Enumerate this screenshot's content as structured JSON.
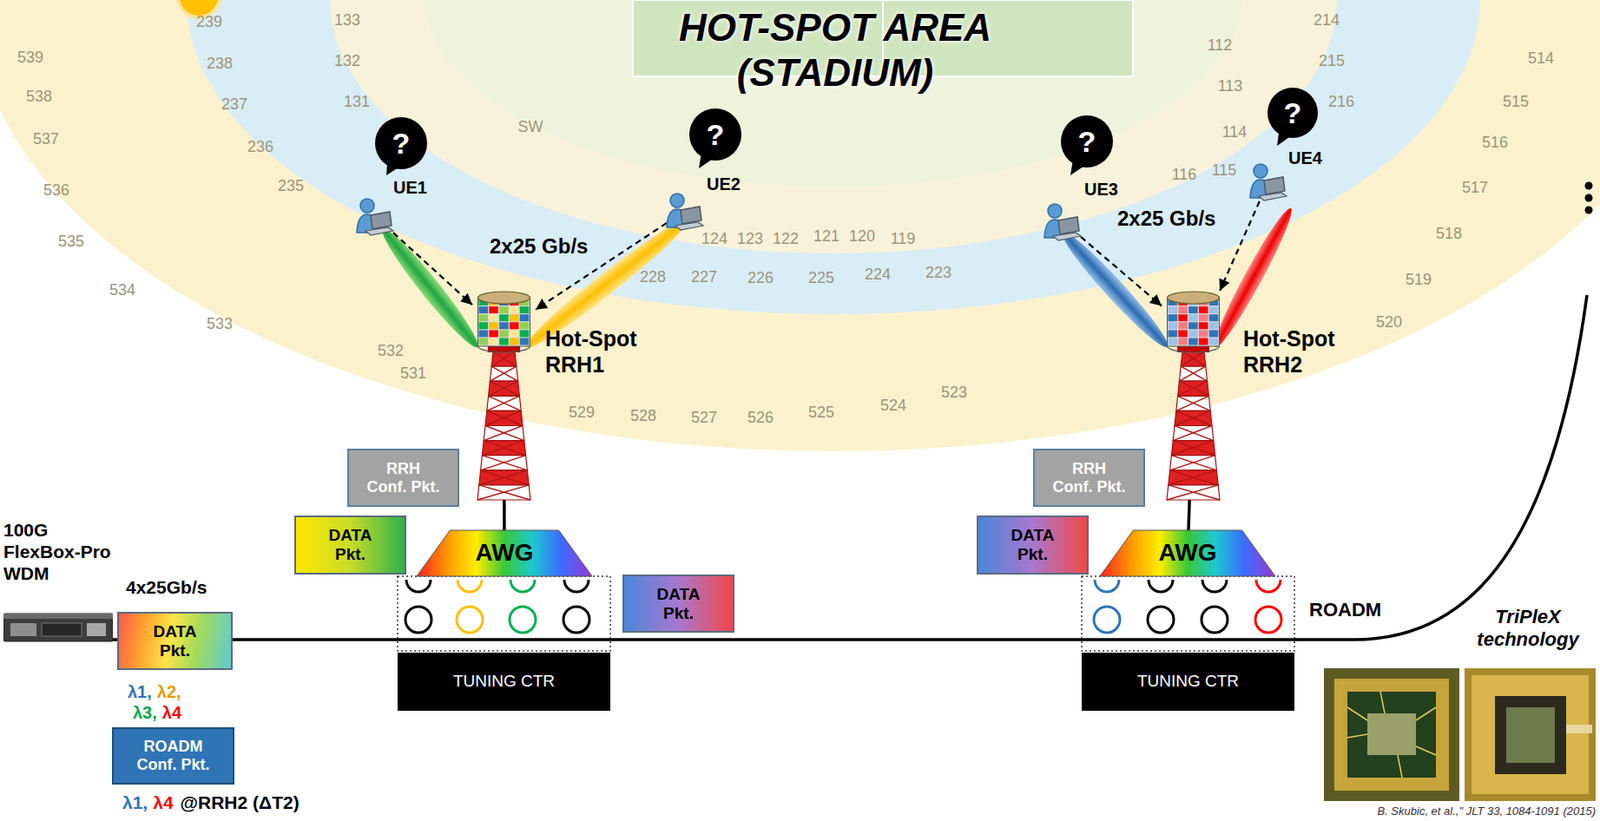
{
  "diagram": {
    "title": "HOT-SPOT AREA (STADIUM)",
    "nodes": [
      {
        "text": [
          "?"
        ]
      },
      {
        "text": [
          "UE1"
        ]
      },
      {
        "text": [
          "?"
        ]
      },
      {
        "text": [
          "UE2"
        ]
      },
      {
        "text": [
          "?"
        ]
      },
      {
        "text": [
          "UE3"
        ]
      },
      {
        "text": [
          "?"
        ]
      },
      {
        "text": [
          "UE4"
        ]
      },
      {
        "text": [
          "Hot-Spot RRH1"
        ]
      },
      {
        "text": [
          "RRH Conf. Pkt."
        ]
      },
      {
        "text": [
          "DATA Pkt."
        ]
      },
      {
        "text": [
          "AWG"
        ]
      },
      {
        "text": [
          "DATA Pkt."
        ]
      },
      {
        "text": [
          "TUNING CTR"
        ]
      },
      {
        "text": [
          "Hot-Spot RRH2"
        ]
      },
      {
        "text": [
          "RRH Conf. Pkt."
        ]
      },
      {
        "text": [
          "DATA Pkt."
        ]
      },
      {
        "text": [
          "AWG"
        ]
      },
      {
        "text": [
          "TUNING CTR"
        ]
      },
      {
        "text": [
          "100G FlexBox-Pro WDM"
        ]
      },
      {
        "text": [
          "DATA Pkt."
        ]
      },
      {
        "text": [
          "ROADM Conf. Pkt."
        ]
      }
    ],
    "edges": [
      {
        "from": 1,
        "to": 8,
        "arrow": "to"
      },
      {
        "from": 3,
        "to": 8,
        "arrow": "to"
      },
      {
        "from": 5,
        "to": 14,
        "arrow": "to"
      },
      {
        "from": 7,
        "to": 14,
        "arrow": "to"
      },
      {
        "from": 11,
        "to": 8,
        "arrow": "none"
      },
      {
        "from": 17,
        "to": 14,
        "arrow": "none"
      }
    ],
    "labels": [
      "2x25 Gb/s",
      "2x25 Gb/s",
      "4x25Gb/s",
      "λ1,",
      "λ2,",
      "λ3,",
      "λ4",
      "λ1,",
      "λ4",
      "@RRH2 (ΔT2)",
      "ROADM",
      "TriPleX technology",
      "B. Skubic, et al.,\" JLT 33, 1084-1091 (2015)",
      "539",
      "538",
      "537",
      "536",
      "535",
      "534",
      "533",
      "532",
      "531",
      "239",
      "238",
      "237",
      "236",
      "235",
      "133",
      "132",
      "131",
      "SW",
      "124",
      "123",
      "122",
      "121",
      "120",
      "119",
      "228",
      "227",
      "226",
      "225",
      "224",
      "223",
      "529",
      "528",
      "527",
      "526",
      "525",
      "524",
      "523",
      "112",
      "113",
      "114",
      "116",
      "115",
      "214",
      "215",
      "216",
      "514",
      "515",
      "516",
      "517",
      "518",
      "519",
      "520"
    ]
  }
}
